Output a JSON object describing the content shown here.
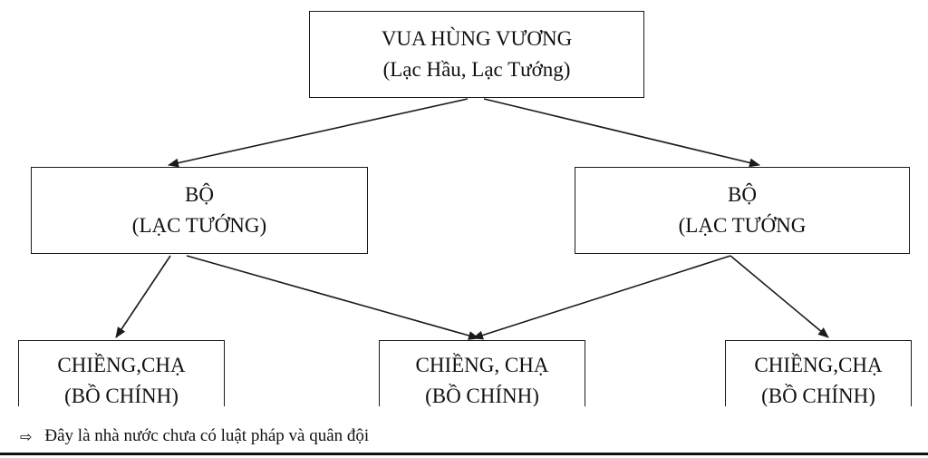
{
  "nodes": {
    "top": {
      "line1": "VUA HÙNG VƯƠNG",
      "line2": "(Lạc Hầu, Lạc Tướng)"
    },
    "left": {
      "line1": "BỘ",
      "line2": "(LẠC TƯỚNG)"
    },
    "right": {
      "line1": "BỘ",
      "line2": "(LẠC TƯỚNG"
    },
    "bottom_left": {
      "line1": "CHIỀNG,CHẠ",
      "line2": "(BỒ CHÍNH)"
    },
    "bottom_middle": {
      "line1": "CHIỀNG, CHẠ",
      "line2": "(BỒ CHÍNH)"
    },
    "bottom_right": {
      "line1": "CHIỀNG,CHẠ",
      "line2": "(BỒ CHÍNH)"
    }
  },
  "note": {
    "icon": "arrow-right-outline-icon",
    "text": "Đây là nhà nước chưa có luật pháp và quân đội"
  },
  "colors": {
    "line": "#1a1a1a",
    "background": "#ffffff"
  }
}
